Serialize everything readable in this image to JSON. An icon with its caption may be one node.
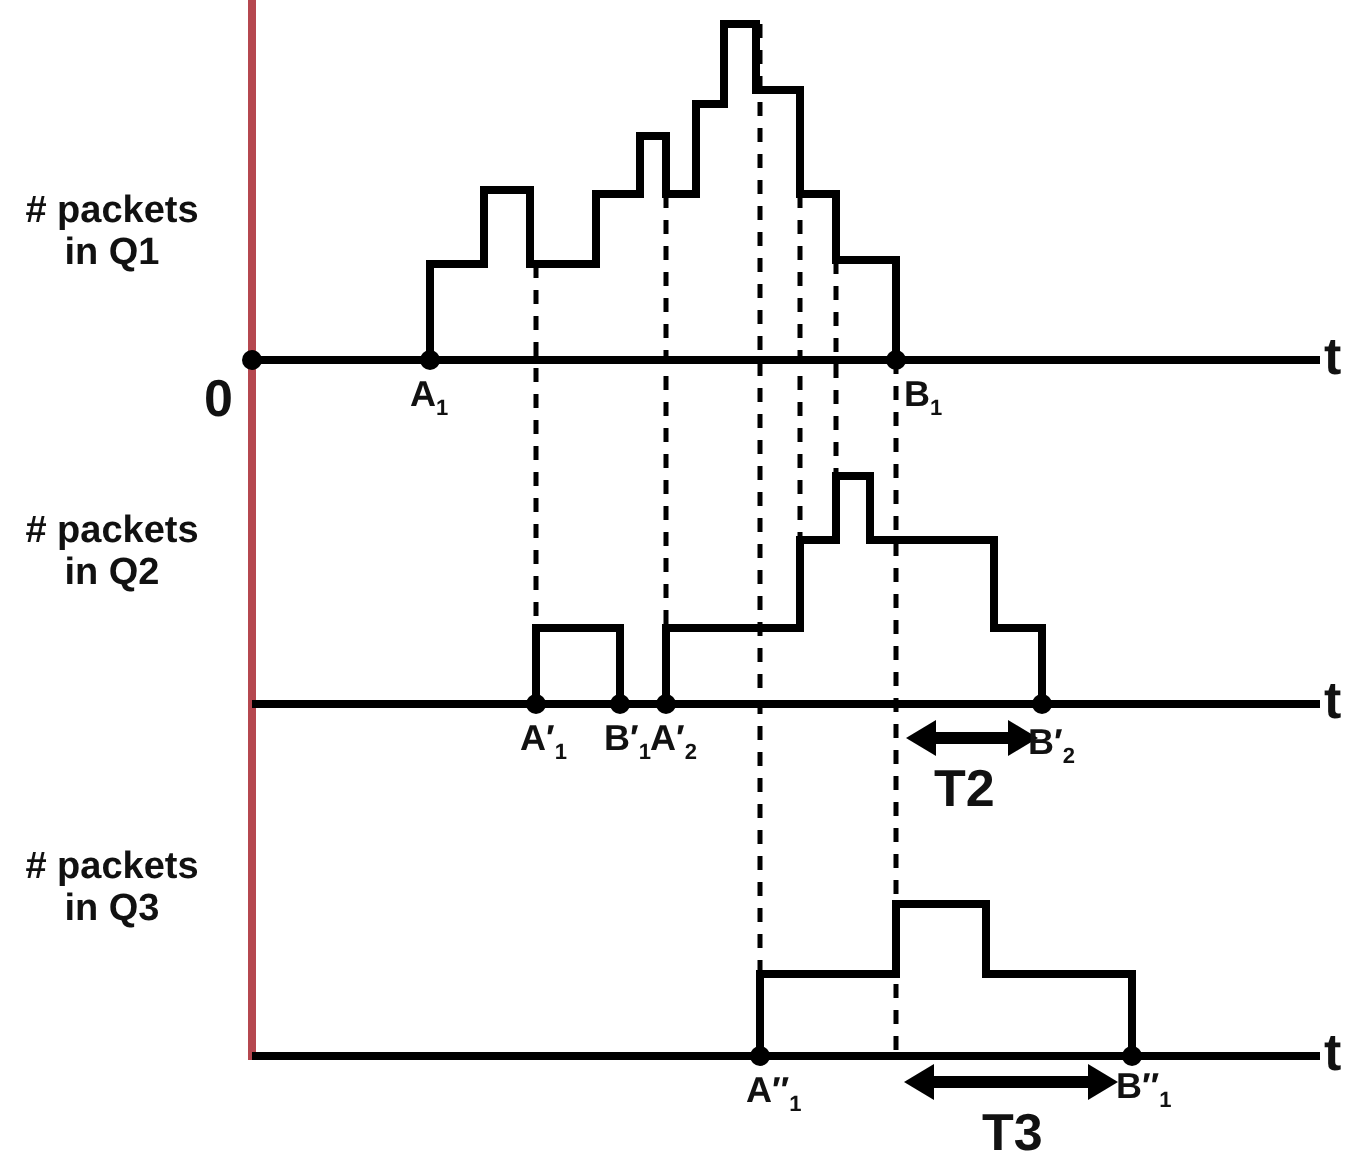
{
  "diagram": {
    "labels": [
      "# packets in Q1",
      "t",
      "0",
      "A$_{1}$",
      "B$_{1}$",
      "# packets in Q2",
      "t",
      "A′$_{1}$",
      "B′$_{1}$",
      "A′$_{2}$",
      "B′$_{2}$",
      "T2",
      "# packets in Q3",
      "t",
      "A″$_{1}$",
      "T3",
      "B″$_{1}$"
    ]
  }
}
